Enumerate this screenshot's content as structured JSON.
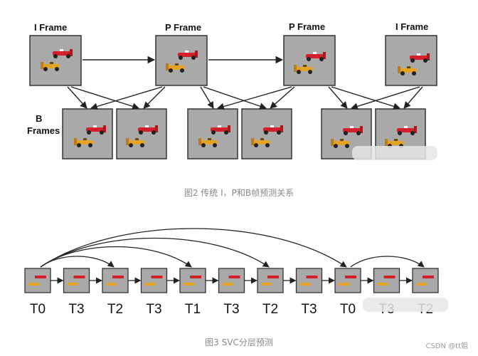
{
  "figure2": {
    "top_labels": [
      "I Frame",
      "P Frame",
      "P Frame",
      "I Frame"
    ],
    "b_label_line1": "B",
    "b_label_line2": "Frames",
    "caption": "图2 传统 I，P和B帧预测关系"
  },
  "figure3": {
    "frame_labels": [
      "T0",
      "T3",
      "T2",
      "T3",
      "T1",
      "T3",
      "T2",
      "T3",
      "T0",
      "T3",
      "T2"
    ],
    "caption": "图3 SVC分层预测"
  },
  "watermark": "CSDN @tt姐",
  "colors": {
    "frame_fill": "#a9a9a9",
    "frame_border": "#333333",
    "car_red": "#d3202a",
    "car_yellow": "#e3a325"
  }
}
